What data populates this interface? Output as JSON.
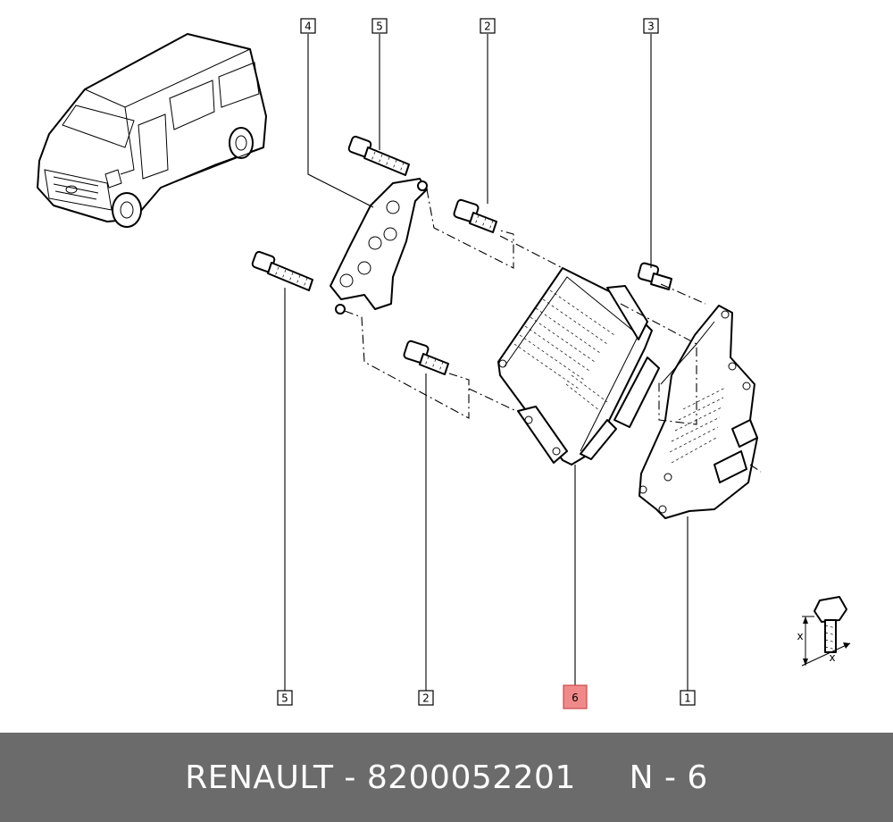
{
  "callouts": [
    {
      "label": "4"
    },
    {
      "label": "5"
    },
    {
      "label": "2"
    },
    {
      "label": "3"
    },
    {
      "label": "5"
    },
    {
      "label": "2"
    },
    {
      "label": "6"
    },
    {
      "label": "1"
    }
  ],
  "torque_symbol": {
    "marker": "x"
  },
  "footer": {
    "text": "RENAULT - 8200052201     N - 6"
  },
  "colors": {
    "highlight": "#f08a8a",
    "footer_bg": "#6b6b6b",
    "footer_text": "#ffffff"
  }
}
